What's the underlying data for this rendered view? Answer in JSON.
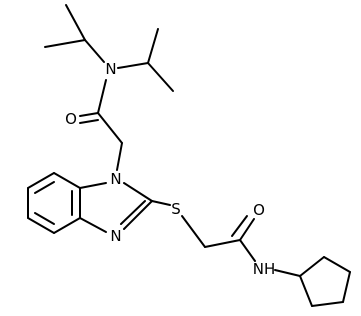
{
  "atom_labels": {
    "n_amide_top": "N",
    "o_amide_top": "O",
    "n1_benzimidazole": "N",
    "n3_benzimidazole": "N",
    "s_thioether": "S",
    "o_amide_bottom": "O",
    "nh_amide_bottom": "NH"
  }
}
